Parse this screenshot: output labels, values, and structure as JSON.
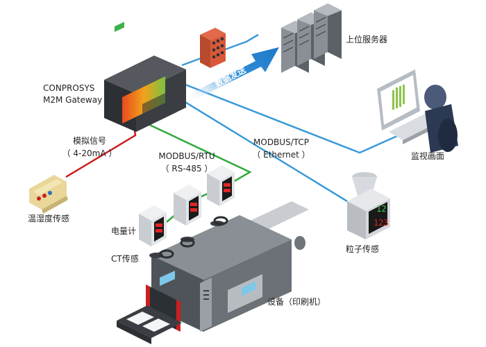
{
  "gateway": {
    "line1": "CONPROSYS",
    "line2": "M2M Gateway"
  },
  "server": {
    "label": "上位服务器"
  },
  "monitor": {
    "label": "监视画面"
  },
  "arrow": {
    "label": "数据发送"
  },
  "analog": {
    "line1": "模拟信号",
    "line2": "（ 4-20mA ）"
  },
  "rtu": {
    "line1": "MODBUS/RTU",
    "line2": "（ RS-485 ）"
  },
  "tcp": {
    "line1": "MODBUS/TCP",
    "line2": "（ Ethernet ）"
  },
  "sensors": {
    "temp_humidity": "温湿度传感",
    "power_meter": "电量计",
    "ct": "CT传感",
    "particle": "粒子传感",
    "particle_display_top": "12",
    "particle_display_bottom": "123"
  },
  "equipment": {
    "label": "设备（印刷机）"
  },
  "colors": {
    "analog_line": "#cc1f1f",
    "rtu_line": "#2fa83a",
    "tcp_line": "#3a9ad9",
    "arrow": "#2f8fd8"
  }
}
